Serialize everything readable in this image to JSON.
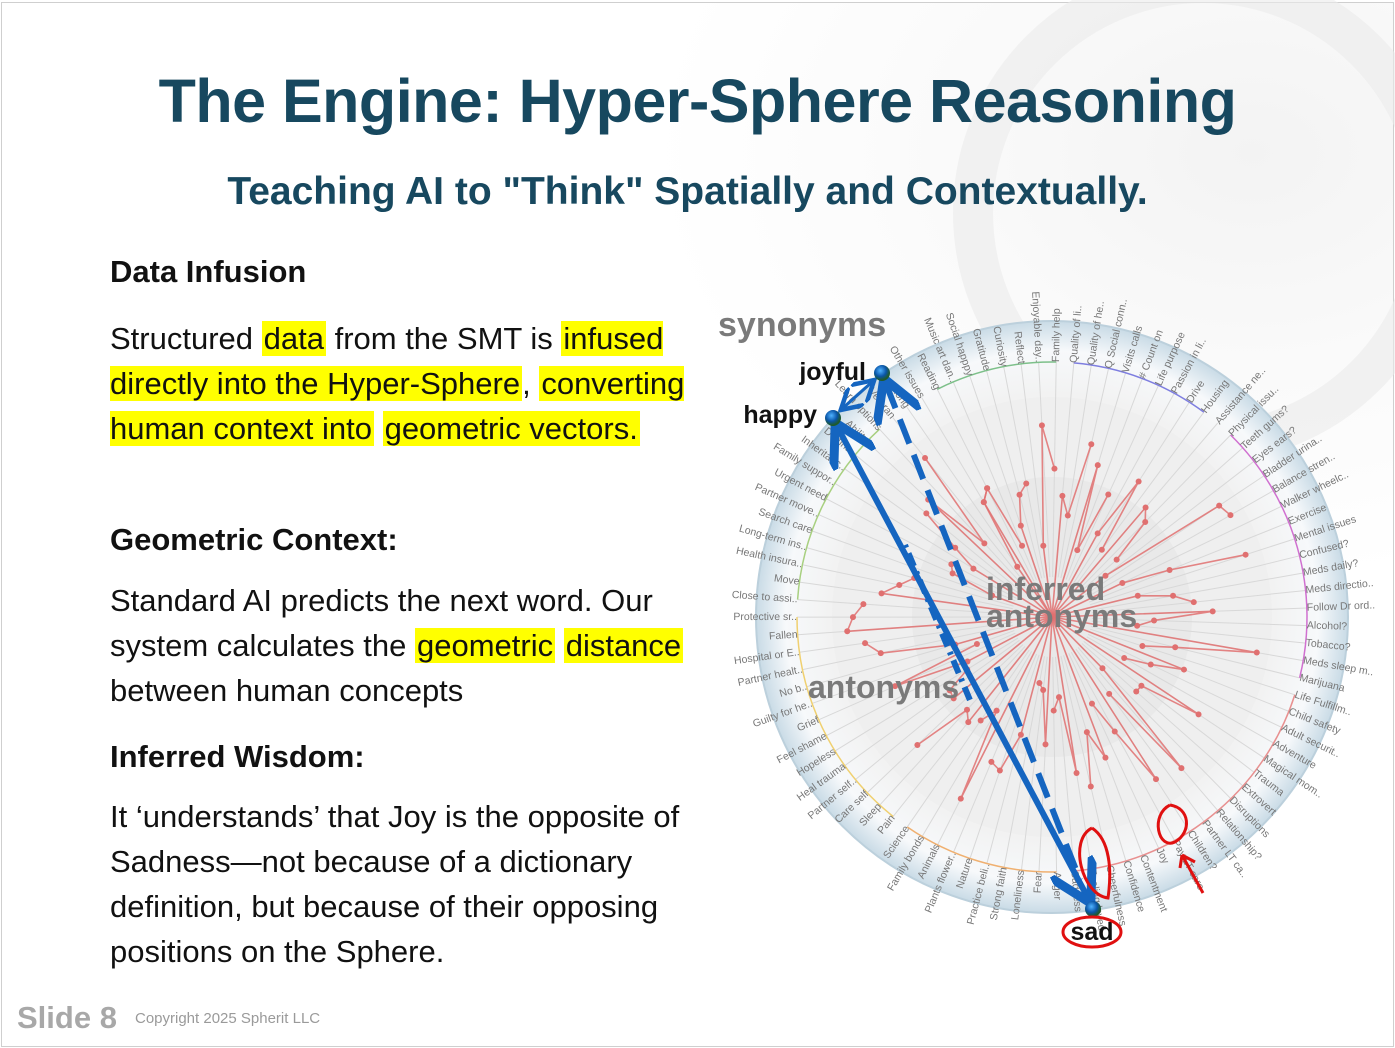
{
  "title": "The Engine: Hyper-Sphere Reasoning",
  "subtitle": "Teaching AI to \"Think\" Spatially and Contextually.",
  "sections": [
    {
      "heading": "Data Infusion",
      "parts": [
        {
          "t": "Structured ",
          "h": false
        },
        {
          "t": "data",
          "h": true
        },
        {
          "t": " from the SMT is ",
          "h": false
        },
        {
          "t": "infused directly into the Hyper-Sphere",
          "h": true
        },
        {
          "t": ", ",
          "h": false
        },
        {
          "t": "converting human context into",
          "h": true
        },
        {
          "t": " ",
          "h": false
        },
        {
          "t": "geometric vectors.",
          "h": true
        }
      ]
    },
    {
      "heading": "Geometric Context:",
      "parts": [
        {
          "t": "Standard AI predicts the next word. Our system calculates the ",
          "h": false
        },
        {
          "t": "geometric",
          "h": true
        },
        {
          "t": " ",
          "h": false
        },
        {
          "t": "distance",
          "h": true
        },
        {
          "t": " between human concepts",
          "h": false
        }
      ]
    },
    {
      "heading": "Inferred Wisdom:",
      "parts": [
        {
          "t": "It ‘understands’ that Joy is the opposite of Sadness—not because of a dictionary definition, but because of their opposing positions on the Sphere.",
          "h": false
        }
      ]
    }
  ],
  "diagram": {
    "label_synonyms": "synonyms",
    "label_inferred": "inferred",
    "label_inferred2": "antonyms",
    "label_antonyms": "antonyms",
    "node_joyful": "joyful",
    "node_happy": "happy",
    "node_sad": "sad",
    "arrow_color": "#1565c0",
    "line_color": "#e07070",
    "annotation_color": "#e01010",
    "sphere_labels": [
      "Other issues",
      "Reading",
      "Music art dan..",
      "Social happpy",
      "Gratitude",
      "Curiosity",
      "Reflect",
      "Enjoyable day..",
      "Family help",
      "Quality of li..",
      "Quality of he..",
      "Q Social conn..",
      "Visits calls",
      "# Count on",
      "Life purpose",
      "Passion in li..",
      "Drive",
      "Housing",
      "Assistance ne..",
      "Physical issu..",
      "Teeth gums?",
      "Eyes ears?",
      "Bladder urina..",
      "Balance stren..",
      "Walker wheelc..",
      "Exercise",
      "Mental issues",
      "Confused?",
      "Meds daily?",
      "Meds directio..",
      "Follow Dr ord..",
      "Alcohol?",
      "Tobacco?",
      "Meds sleep m..",
      "Marijuana",
      "Life Fulfillm..",
      "Child safety",
      "Adult securit..",
      "Adventure",
      "Magical mom..",
      "Trauma",
      "Extrovert",
      "Disruptions",
      "Relationship?",
      "Partner LT ca..",
      "Children?",
      "Pay LT care",
      "Joy",
      "Contentment",
      "Confidence",
      "Cheerfulness",
      "Feeling loved",
      "Sadness",
      "Anger",
      "Fear",
      "Loneliness",
      "Strong faith",
      "Practice beli..",
      "Nature",
      "Plants flower..",
      "Animals",
      "Family bonds",
      "Science",
      "Pain",
      "Sleep",
      "Care self",
      "Partner self..",
      "Heal trauma",
      "Hopeless",
      "Feel shame",
      "Grief",
      "Guilty for he..",
      "No b..",
      "Partner healt..",
      "Hospital or E..",
      "Fallen",
      "Protective sr..",
      "Close to assi..",
      "Move",
      "Health insura..",
      "Long-term ins..",
      "Search care",
      "Partner move..",
      "Urgent need",
      "Family suppor..",
      "Inheritanc..",
      "Do fina..",
      "Ability",
      "Learn options",
      "Veteran",
      "2 long"
    ]
  },
  "footer": {
    "slide": "Slide 8",
    "copyright": "Copyright 2025 Spherit LLC"
  }
}
